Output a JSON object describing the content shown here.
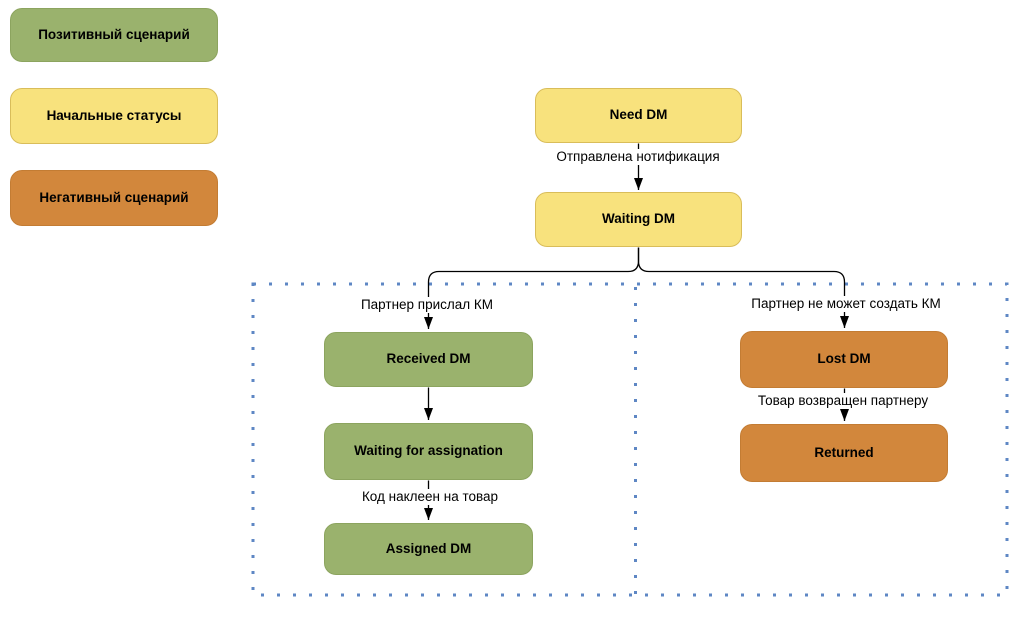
{
  "legend": {
    "positive_label": "Позитивный сценарий",
    "initial_label": "Начальные статусы",
    "negative_label": "Негативный сценарий"
  },
  "nodes": {
    "need_dm": "Need DM",
    "waiting_dm": "Waiting DM",
    "received_dm": "Received DM",
    "waiting_for_assignation": "Waiting for assignation",
    "assigned_dm": "Assigned DM",
    "lost_dm": "Lost DM",
    "returned": "Returned"
  },
  "edges": {
    "need_to_waiting": "Отправлена нотификация",
    "waiting_to_received": "Партнер прислал КМ",
    "waiting_to_lost": "Партнер не может создать КМ",
    "assignation_to_assigned": "Код наклеен на товар",
    "lost_to_returned": "Товар возвращен партнеру"
  },
  "colors": {
    "positive_green": "#9AB26D",
    "initial_yellow": "#F8E27D",
    "initial_yellow_border": "#D9BD5A",
    "negative_orange": "#D2873C",
    "container_dotted_blue": "#5E87C4",
    "arrow_black": "#000000"
  }
}
